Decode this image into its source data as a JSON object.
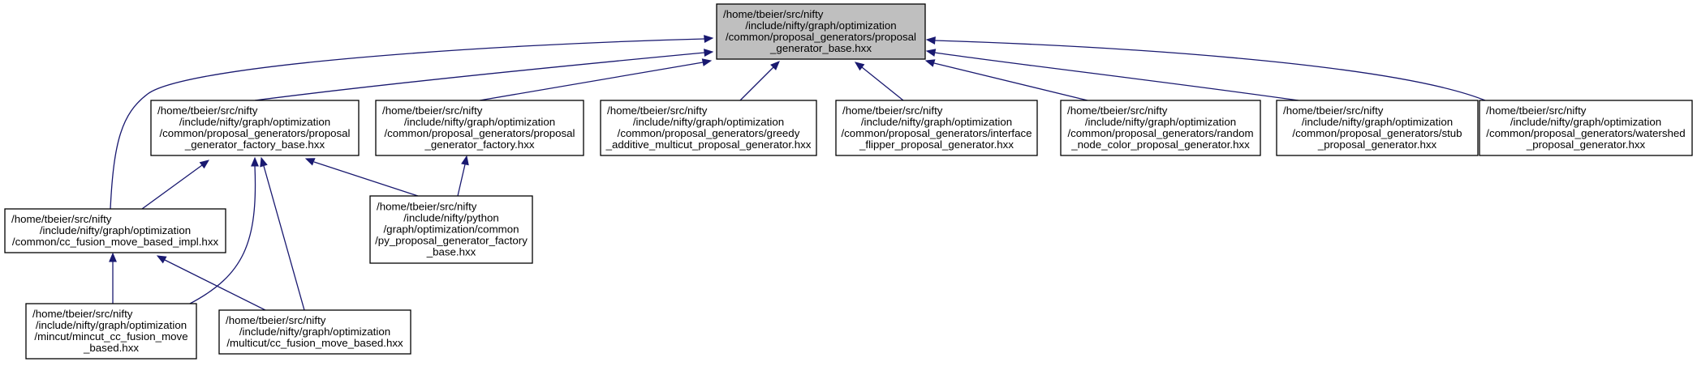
{
  "nodes": [
    {
      "id": "root",
      "highlighted": true,
      "lines": [
        "/home/tbeier/src/nifty",
        "/include/nifty/graph/optimization",
        "/common/proposal_generators/proposal",
        "_generator_base.hxx"
      ]
    },
    {
      "id": "factory_base",
      "lines": [
        "/home/tbeier/src/nifty",
        "/include/nifty/graph/optimization",
        "/common/proposal_generators/proposal",
        "_generator_factory_base.hxx"
      ]
    },
    {
      "id": "factory",
      "lines": [
        "/home/tbeier/src/nifty",
        "/include/nifty/graph/optimization",
        "/common/proposal_generators/proposal",
        "_generator_factory.hxx"
      ]
    },
    {
      "id": "greedy",
      "lines": [
        "/home/tbeier/src/nifty",
        "/include/nifty/graph/optimization",
        "/common/proposal_generators/greedy",
        "_additive_multicut_proposal_generator.hxx"
      ]
    },
    {
      "id": "interface",
      "lines": [
        "/home/tbeier/src/nifty",
        "/include/nifty/graph/optimization",
        "/common/proposal_generators/interface",
        "_flipper_proposal_generator.hxx"
      ]
    },
    {
      "id": "random",
      "lines": [
        "/home/tbeier/src/nifty",
        "/include/nifty/graph/optimization",
        "/common/proposal_generators/random",
        "_node_color_proposal_generator.hxx"
      ]
    },
    {
      "id": "stub",
      "lines": [
        "/home/tbeier/src/nifty",
        "/include/nifty/graph/optimization",
        "/common/proposal_generators/stub",
        "_proposal_generator.hxx"
      ]
    },
    {
      "id": "watershed",
      "lines": [
        "/home/tbeier/src/nifty",
        "/include/nifty/graph/optimization",
        "/common/proposal_generators/watershed",
        "_proposal_generator.hxx"
      ]
    },
    {
      "id": "ccimpl",
      "lines": [
        "/home/tbeier/src/nifty",
        "/include/nifty/graph/optimization",
        "/common/cc_fusion_move_based_impl.hxx"
      ]
    },
    {
      "id": "py_factory",
      "lines": [
        "/home/tbeier/src/nifty",
        "/include/nifty/python",
        "/graph/optimization/common",
        "/py_proposal_generator_factory",
        "_base.hxx"
      ]
    },
    {
      "id": "mincut",
      "lines": [
        "/home/tbeier/src/nifty",
        "/include/nifty/graph/optimization",
        "/mincut/mincut_cc_fusion_move",
        "_based.hxx"
      ]
    },
    {
      "id": "multicut",
      "lines": [
        "/home/tbeier/src/nifty",
        "/include/nifty/graph/optimization",
        "/multicut/cc_fusion_move_based.hxx"
      ]
    }
  ],
  "edges": [
    {
      "from": "ccimpl",
      "to": "root"
    },
    {
      "from": "factory_base",
      "to": "root"
    },
    {
      "from": "factory",
      "to": "root"
    },
    {
      "from": "greedy",
      "to": "root"
    },
    {
      "from": "interface",
      "to": "root"
    },
    {
      "from": "random",
      "to": "root"
    },
    {
      "from": "stub",
      "to": "root"
    },
    {
      "from": "watershed",
      "to": "root"
    },
    {
      "from": "ccimpl",
      "to": "factory_base"
    },
    {
      "from": "py_factory",
      "to": "factory_base"
    },
    {
      "from": "mincut",
      "to": "factory_base"
    },
    {
      "from": "multicut",
      "to": "factory_base"
    },
    {
      "from": "py_factory",
      "to": "factory"
    },
    {
      "from": "mincut",
      "to": "ccimpl"
    },
    {
      "from": "multicut",
      "to": "ccimpl"
    }
  ],
  "colors": {
    "highlight_fill": "#bfbfbf",
    "node_fill": "#ffffff",
    "node_stroke": "#000000",
    "edge": "#191970"
  }
}
